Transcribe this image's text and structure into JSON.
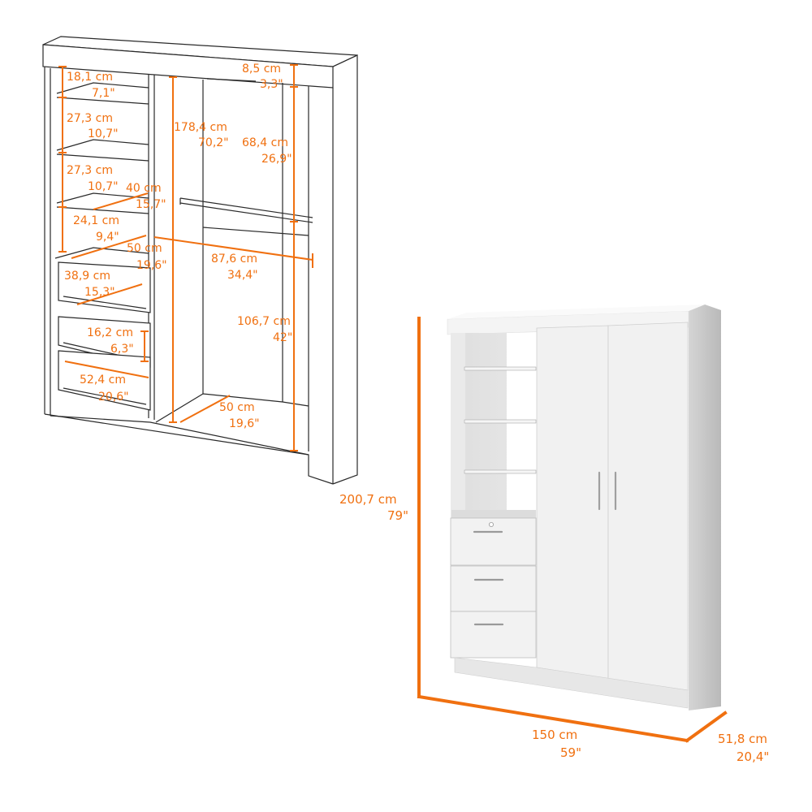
{
  "colors": {
    "accent": "#f07010",
    "line": "#2a2a2a",
    "panel": "#f2f2f2",
    "panel_shade": "#d9d9d9",
    "side": "#c8c8c8"
  },
  "schematic": {
    "labels": {
      "top_shelf": {
        "cm": "18,1 cm",
        "in": "7,1\""
      },
      "shelf_2": {
        "cm": "27,3 cm",
        "in": "10,7\""
      },
      "shelf_3": {
        "cm": "27,3 cm",
        "in": "10,7\""
      },
      "shelf_depth": {
        "cm": "40 cm",
        "in": "15,7\""
      },
      "shelf_4": {
        "cm": "24,1 cm",
        "in": "9,4\""
      },
      "left_depth": {
        "cm": "50 cm",
        "in": "19,6\""
      },
      "drawer_width": {
        "cm": "38,9 cm",
        "in": "15,3\""
      },
      "drawer_height": {
        "cm": "16,2 cm",
        "in": "6,3\""
      },
      "drawer_depth": {
        "cm": "52,4 cm",
        "in": "20,6\""
      },
      "crown": {
        "cm": "8,5 cm",
        "in": "3,3\""
      },
      "hanging_height": {
        "cm": "178,4 cm",
        "in": "70,2\""
      },
      "upper_rod": {
        "cm": "68,4 cm",
        "in": "26,9\""
      },
      "inner_width": {
        "cm": "87,6 cm",
        "in": "34,4\""
      },
      "lower_rod": {
        "cm": "106,7 cm",
        "in": "42\""
      },
      "bottom_depth": {
        "cm": "50 cm",
        "in": "19,6\""
      }
    }
  },
  "overall": {
    "height": {
      "cm": "200,7 cm",
      "in": "79\""
    },
    "width": {
      "cm": "150 cm",
      "in": "59\""
    },
    "depth": {
      "cm": "51,8 cm",
      "in": "20,4\""
    }
  }
}
